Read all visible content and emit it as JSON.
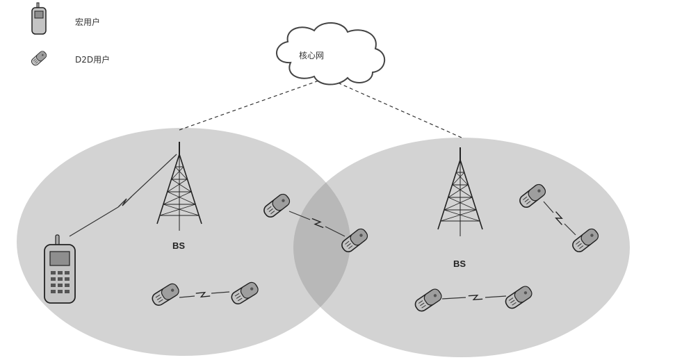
{
  "legend": {
    "macro_user": {
      "icon": "macro-phone-icon",
      "label": "宏用户"
    },
    "d2d_user": {
      "icon": "flip-phone-icon",
      "label": "D2D用户"
    }
  },
  "core_network": {
    "icon": "cloud-icon",
    "label": "核心网"
  },
  "cells": [
    {
      "name": "left-cell",
      "bs_label": "BS"
    },
    {
      "name": "right-cell",
      "bs_label": "BS"
    }
  ],
  "colors": {
    "cell_fill": "#d3d3d3",
    "overlap_fill": "#b8b8b8",
    "line": "#333333",
    "phone_body": "#bdbdbd"
  }
}
